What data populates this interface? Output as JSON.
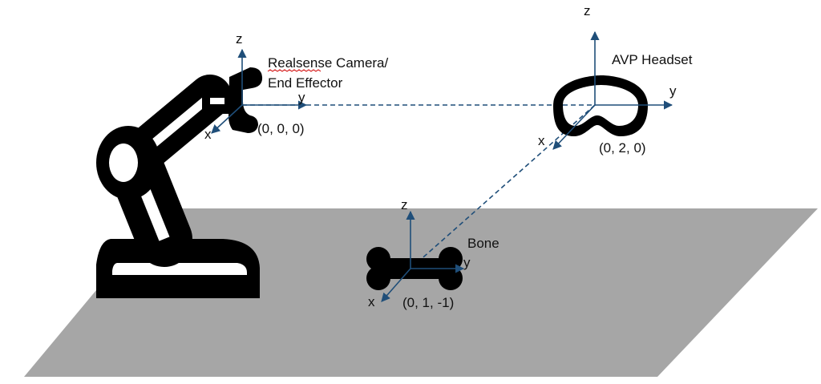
{
  "colors": {
    "floor": "#a6a6a6",
    "axis": "#1f4e79",
    "silhouette": "#000000",
    "spellcheck_underline": "#d00000"
  },
  "robot": {
    "label_line1": "Realsense Camera/",
    "label_line2": "End Effector",
    "coords": "(0, 0, 0)",
    "axis_x": "x",
    "axis_y": "y",
    "axis_z": "z",
    "icon": "robot-arm-icon"
  },
  "headset": {
    "label": "AVP Headset",
    "coords": "(0, 2, 0)",
    "axis_x": "x",
    "axis_y": "y",
    "axis_z": "z",
    "icon": "vr-headset-icon"
  },
  "bone": {
    "label": "Bone",
    "coords": "(0, 1, -1)",
    "axis_x": "x",
    "axis_y": "y",
    "axis_z": "z",
    "icon": "bone-icon"
  }
}
